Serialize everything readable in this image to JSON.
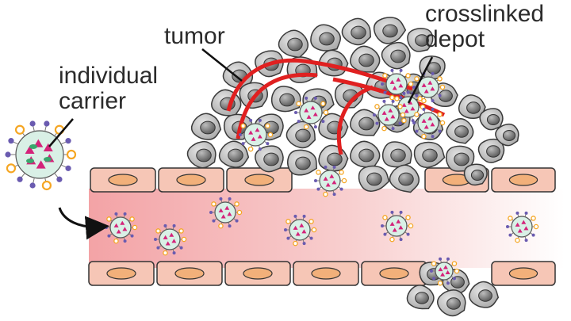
{
  "labels": {
    "tumor": "tumor",
    "carrier": [
      "individual",
      "carrier"
    ],
    "depot": [
      "crosslinked",
      "depot"
    ]
  },
  "colors": {
    "cell_fill": "#c8c8c8",
    "cell_stroke": "#3a3a3a",
    "nucleus_fill": "#8a8a8a",
    "vessel_fill": "#f4a9a9",
    "endothelial_fill": "#f6c6b6",
    "endothelial_nucleus": "#f2b07a",
    "blood_vessel_red": "#e02020",
    "carrier_core": "#d9f0e6",
    "drug_magenta": "#d4237a",
    "ligand_purple": "#6a5bb0",
    "antibody_orange": "#f5a623"
  }
}
